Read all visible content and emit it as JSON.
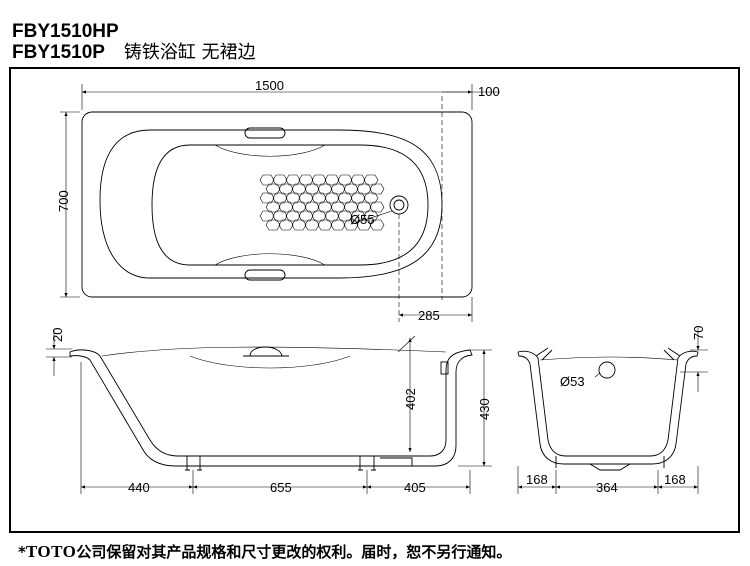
{
  "header": {
    "model_line_1": "FBY1510HP",
    "model_line_2": "FBY1510P",
    "product_name": "铸铁浴缸  无裙边"
  },
  "dimensions": {
    "length": "1500",
    "rim_offset": "100",
    "width": "700",
    "drain_diameter": "Ø55",
    "drain_from_end": "285",
    "rim_height": "20",
    "inner_depth": "402",
    "total_height": "430",
    "seg_left": "440",
    "seg_mid": "655",
    "seg_right": "405",
    "end_rim_height": "70",
    "overflow_diameter": "Ø53",
    "end_left": "168",
    "end_mid": "364",
    "end_right": "168"
  },
  "footer": {
    "asterisk": "*",
    "brand": "TOTO",
    "notice": "公司保留对其产品规格和尺寸更改的权利。届时，恕不另行通知。"
  }
}
